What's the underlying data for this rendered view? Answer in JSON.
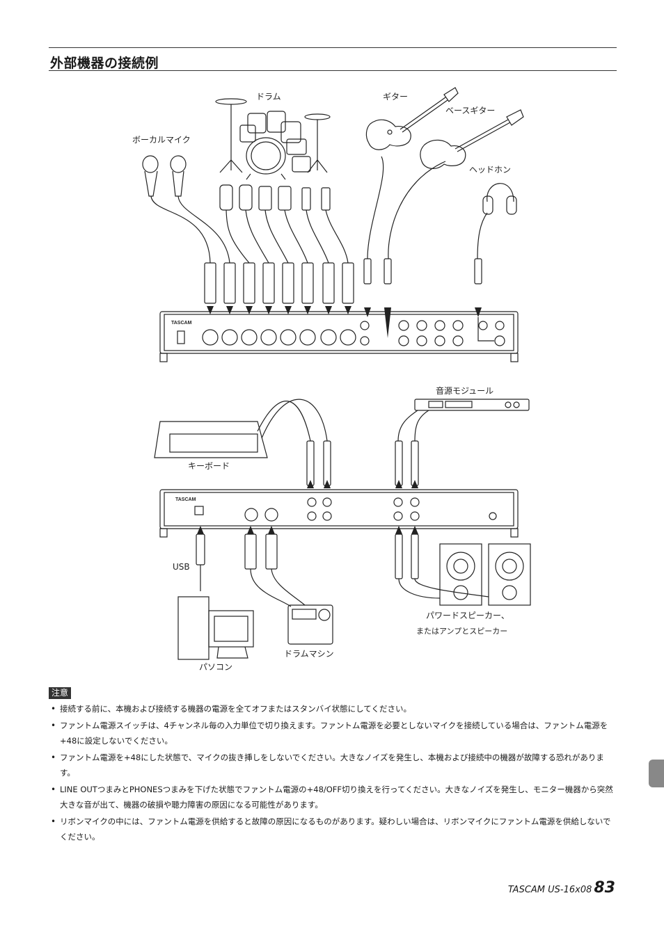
{
  "heading": "外部機器の接続例",
  "labels": {
    "drums": "ドラム",
    "guitar": "ギター",
    "bass_guitar": "ベースギター",
    "vocal_mic": "ボーカルマイク",
    "headphones": "ヘッドホン",
    "sound_module": "音源モジュール",
    "keyboard": "キーボード",
    "usb": "USB",
    "computer": "パソコン",
    "drum_machine": "ドラムマシン",
    "powered_speakers": "パワードスピーカー、",
    "amp_and_speakers": "またはアンプとスピーカー",
    "brand_front": "TASCAM",
    "brand_rear": "TASCAM"
  },
  "caution": {
    "badge": "注意",
    "items": [
      "接続する前に、本機および接続する機器の電源を全てオフまたはスタンバイ状態にしてください。",
      "ファントム電源スイッチは、4チャンネル毎の入力単位で切り換えます。ファントム電源を必要としないマイクを接続している場合は、ファントム電源を+48に設定しないでください。",
      "ファントム電源を+48にした状態で、マイクの抜き挿しをしないでください。大きなノイズを発生し、本機および接続中の機器が故障する恐れがあります。",
      "LINE OUTつまみとPHONESつまみを下げた状態でファントム電源の+48/OFF切り換えを行ってください。大きなノイズを発生し、モニター機器から突然大きな音が出て、機器の破損や聴力障害の原因になる可能性があります。",
      "リボンマイクの中には、ファントム電源を供給すると故障の原因になるものがあります。疑わしい場合は、リボンマイクにファントム電源を供給しないでください。"
    ]
  },
  "footer": {
    "brand_model": "TASCAM  US-16x08",
    "page_number": "83"
  }
}
